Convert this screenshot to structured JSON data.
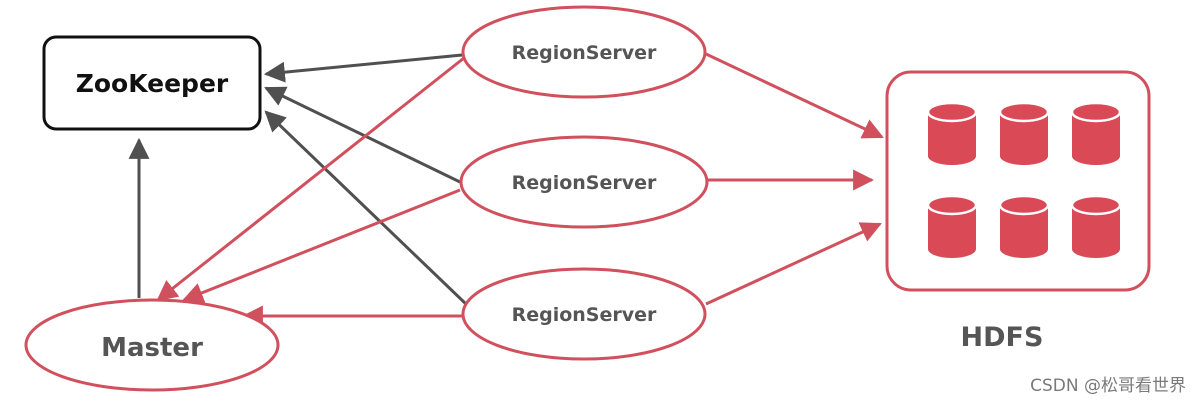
{
  "diagram": {
    "nodes": {
      "zookeeper": "ZooKeeper",
      "master": "Master",
      "regionservers": [
        "RegionServer",
        "RegionServer",
        "RegionServer"
      ],
      "hdfs": "HDFS"
    },
    "colors": {
      "red": "#d1505e",
      "dark": "#505050",
      "text": "#555555",
      "black": "#111111",
      "cylinder": "#d94a56"
    }
  },
  "watermark": "CSDN @松哥看世界"
}
